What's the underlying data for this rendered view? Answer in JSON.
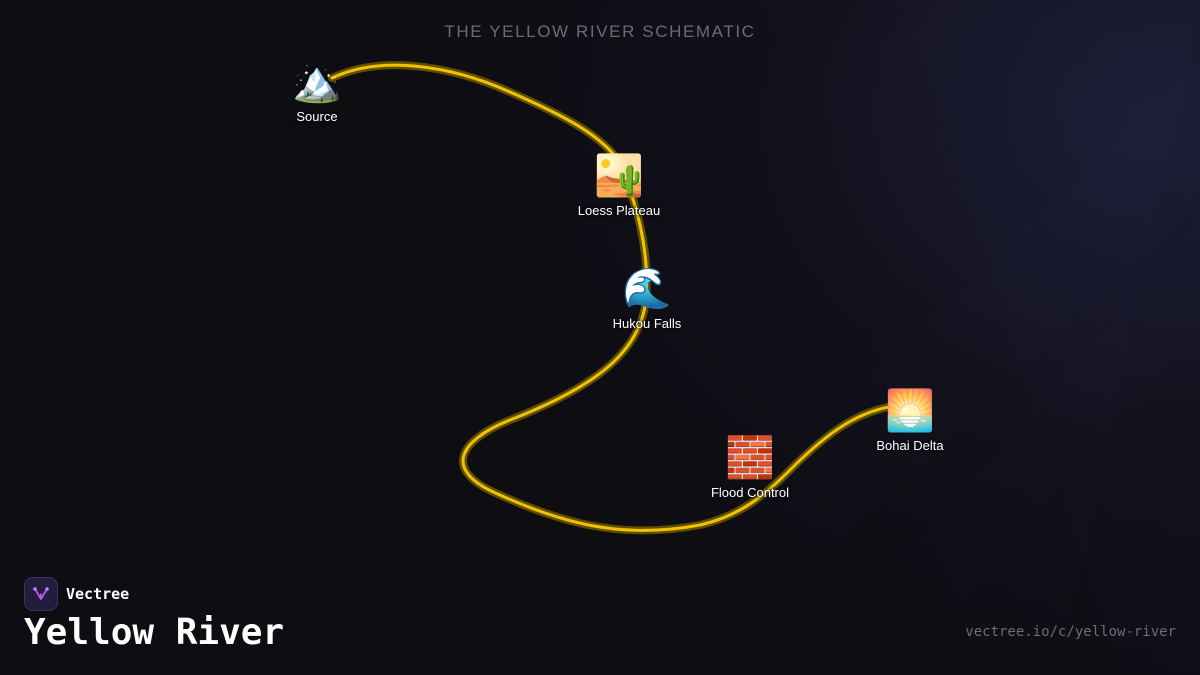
{
  "schematic_title": "THE YELLOW RIVER SCHEMATIC",
  "colors": {
    "river": "#f2c200",
    "river_glow": "#6b5a00",
    "background": "#0e0d12"
  },
  "nodes": [
    {
      "id": "source",
      "label": "Source",
      "icon": "mountain-icon",
      "glyph": "🏔️"
    },
    {
      "id": "loess-plateau",
      "label": "Loess Plateau",
      "icon": "desert-icon",
      "glyph": "🏜️"
    },
    {
      "id": "hukou-falls",
      "label": "Hukou Falls",
      "icon": "wave-icon",
      "glyph": "🌊"
    },
    {
      "id": "flood-control",
      "label": "Flood Control",
      "icon": "brick-wall-icon",
      "glyph": "🧱"
    },
    {
      "id": "bohai-delta",
      "label": "Bohai Delta",
      "icon": "sunrise-icon",
      "glyph": "🌅"
    }
  ],
  "brand": {
    "name": "Vectree",
    "logo_icon": "vectree-logo-icon"
  },
  "page_title": "Yellow River",
  "url": "vectree.io/c/yellow-river"
}
